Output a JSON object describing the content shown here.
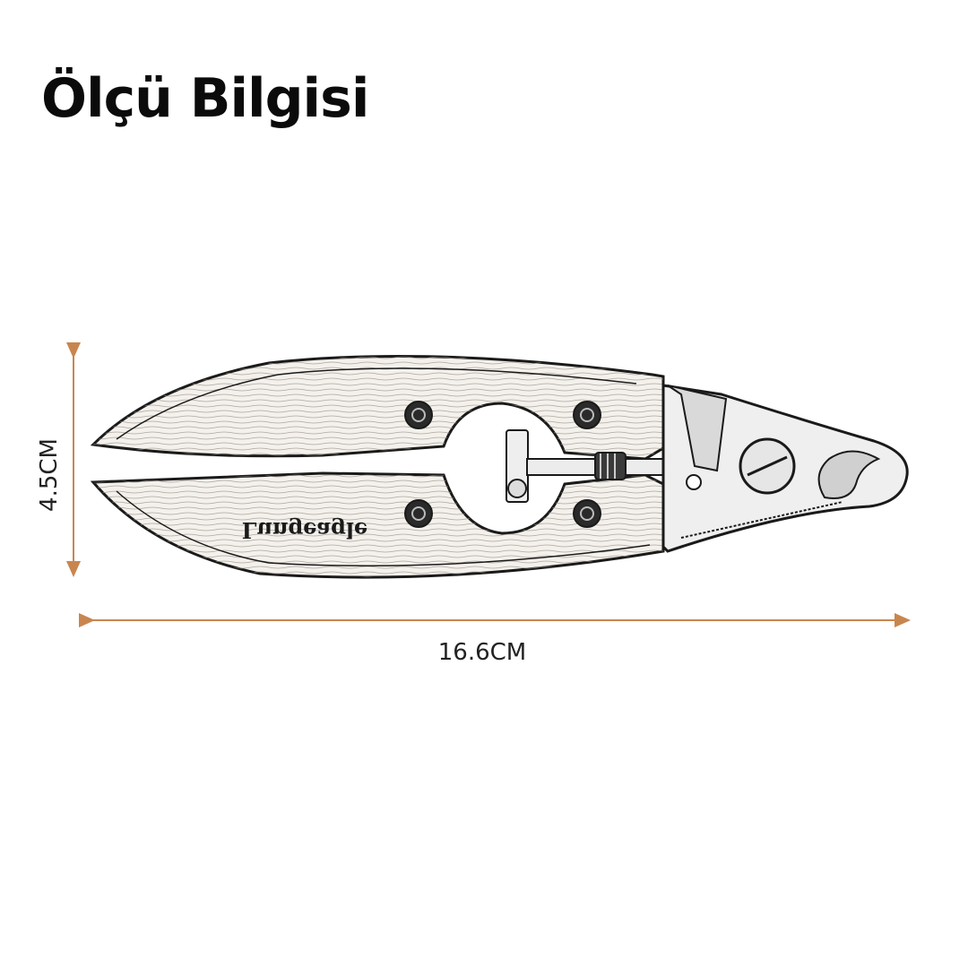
{
  "header": {
    "title": "Ölçü Bilgisi"
  },
  "dimensions": {
    "height_label": "4.5CM",
    "width_label": "16.6CM"
  },
  "colors": {
    "dimension_line": "#c8864e",
    "outline": "#1a1a1a",
    "wood_fill": "#f4f1ec",
    "blade_fill": "#efefef"
  },
  "product": {
    "engraving": "Lungeagle",
    "icons": [
      "screw-icon",
      "pivot-bolt-icon",
      "spring-icon"
    ]
  }
}
